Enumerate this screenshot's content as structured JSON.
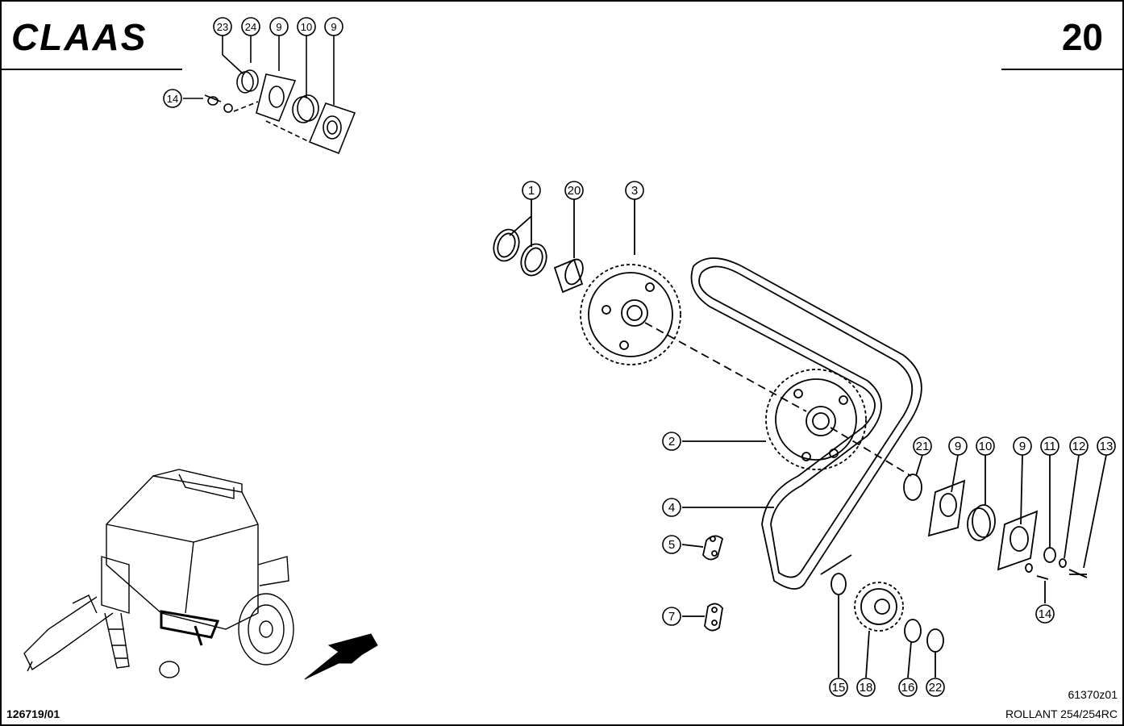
{
  "header": {
    "brand": "CLAAS",
    "page_number": "20"
  },
  "footer": {
    "doc_code": "126719/01",
    "figure_code": "61370z01",
    "model": "ROLLANT 254/254RC"
  },
  "callouts": [
    {
      "id": "c1",
      "label": "1"
    },
    {
      "id": "c20",
      "label": "20"
    },
    {
      "id": "c3",
      "label": "3"
    },
    {
      "id": "c2",
      "label": "2"
    },
    {
      "id": "c4",
      "label": "4"
    },
    {
      "id": "c5",
      "label": "5"
    },
    {
      "id": "c7",
      "label": "7"
    },
    {
      "id": "c21",
      "label": "21"
    },
    {
      "id": "c9a",
      "label": "9"
    },
    {
      "id": "c10",
      "label": "10"
    },
    {
      "id": "c9b",
      "label": "9"
    },
    {
      "id": "c11",
      "label": "11"
    },
    {
      "id": "c12",
      "label": "12"
    },
    {
      "id": "c13",
      "label": "13"
    },
    {
      "id": "c14b",
      "label": "14"
    },
    {
      "id": "c15",
      "label": "15"
    },
    {
      "id": "c18",
      "label": "18"
    },
    {
      "id": "c16",
      "label": "16"
    },
    {
      "id": "c22",
      "label": "22"
    }
  ],
  "inset_callouts": [
    {
      "id": "i23",
      "label": "23"
    },
    {
      "id": "i24",
      "label": "24"
    },
    {
      "id": "i9a",
      "label": "9"
    },
    {
      "id": "i10",
      "label": "10"
    },
    {
      "id": "i9b",
      "label": "9"
    },
    {
      "id": "i14",
      "label": "14"
    }
  ]
}
